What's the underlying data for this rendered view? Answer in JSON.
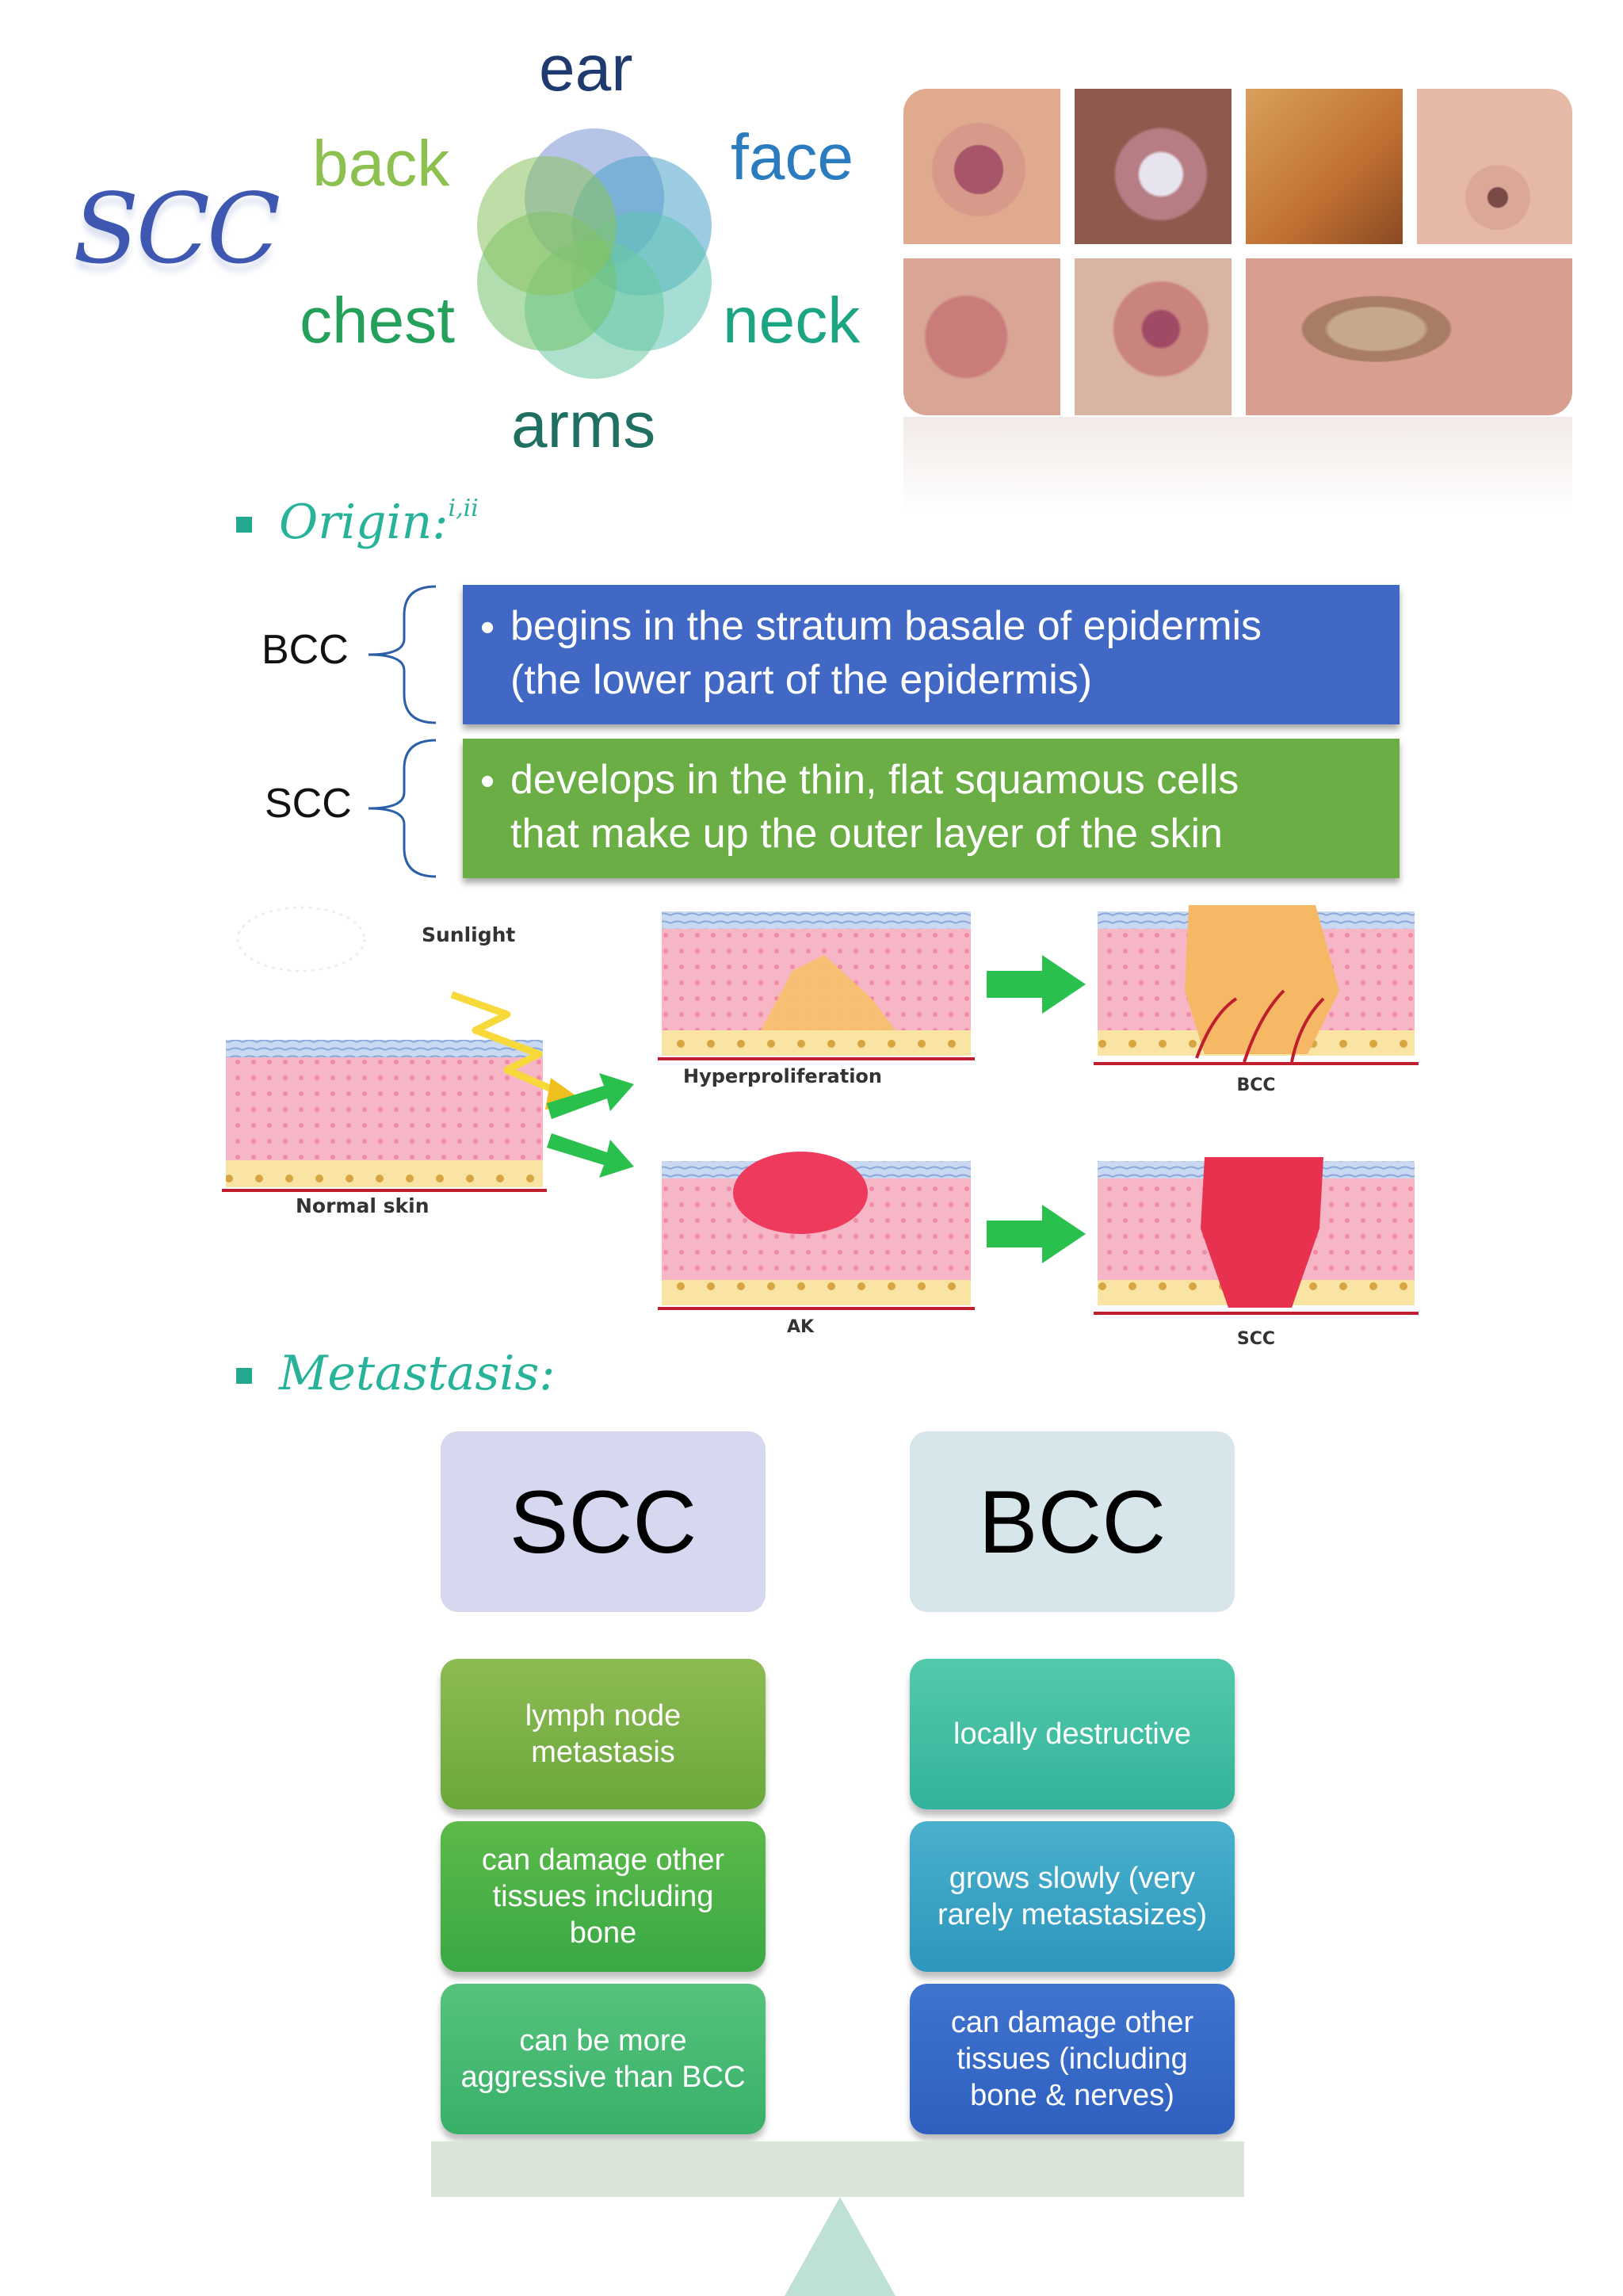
{
  "title": "SCC",
  "sites": {
    "ear": "ear",
    "back": "back",
    "face": "face",
    "chest": "chest",
    "neck": "neck",
    "arms": "arms"
  },
  "origin": {
    "heading": "Origin:",
    "sup": "i,ii",
    "rows": [
      {
        "label": "BCC",
        "bullet": "•",
        "text_line1": "begins in the stratum basale of epidermis",
        "text_line2": "(the lower part of the epidermis)"
      },
      {
        "label": "SCC",
        "bullet": "•",
        "text_line1": "develops in the thin, flat squamous cells",
        "text_line2": "that make up the outer layer of the skin"
      }
    ]
  },
  "diagram": {
    "sunlight": "Sunlight",
    "hyper": "Hyperproliferation",
    "bcc": "BCC",
    "normal": "Normal skin",
    "ak": "AK",
    "scc": "SCC"
  },
  "metastasis": {
    "heading": "Metastasis:",
    "left_header": "SCC",
    "right_header": "BCC",
    "left_items": [
      "lymph node metastasis",
      "can damage other tissues including bone",
      "can be more aggressive than BCC"
    ],
    "right_items": [
      "locally destructive",
      "grows slowly (very rarely metastasizes)",
      "can damage other tissues (including bone & nerves)"
    ]
  },
  "colors": {
    "bcc_bar": "#4168c4",
    "scc_bar": "#6aae45",
    "teal_heading": "#26b39a",
    "scc_header_bg": "#d5d8ee",
    "bcc_header_bg": "#d7e6ea",
    "balance_bar": "#d9e6d7"
  }
}
